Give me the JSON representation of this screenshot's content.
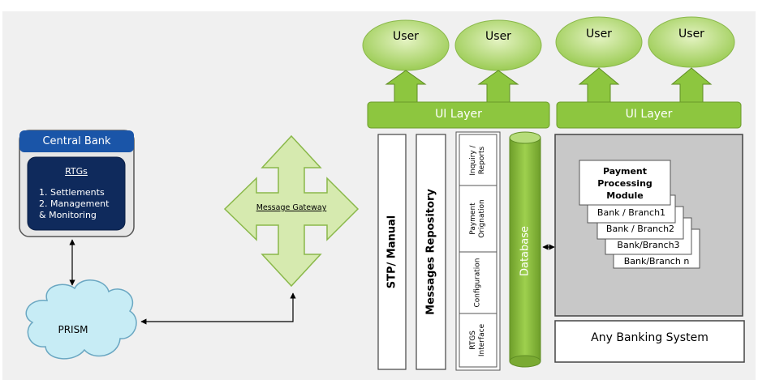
{
  "users": [
    "User",
    "User",
    "User",
    "User"
  ],
  "ui_layers": [
    "UI Layer",
    "UI Layer"
  ],
  "central_bank": {
    "title": "Central Bank",
    "rtgs": "RTGs",
    "items": [
      "1. Settlements",
      "2. Management",
      "& Monitoring"
    ]
  },
  "prism": "PRISM",
  "message_gateway": "Message Gateway",
  "columns": {
    "stp_manual": "STP/ Manual",
    "messages_repository": "Messages Repository",
    "database": "Database"
  },
  "modules": [
    {
      "line1": "Inquiry /",
      "line2": "Reports"
    },
    {
      "line1": "Payment",
      "line2": "Orignation"
    },
    {
      "line1": "Configuration",
      "line2": ""
    },
    {
      "line1": "RTGS",
      "line2": "Interface"
    }
  ],
  "payment_processing": {
    "title_line1": "Payment",
    "title_line2": "Processing",
    "title_line3": "Module",
    "branches": [
      "Bank / Branch1",
      "Bank / Branch2",
      "Bank/Branch3",
      "Bank/Branch n"
    ]
  },
  "any_banking_system": "Any Banking System",
  "colors": {
    "green": "#8dc63f",
    "green_dark": "#6a9a2a",
    "light_green": "#d6eaaf",
    "navy": "#0f2a5c",
    "blue_header": "#1a55a8",
    "gray_panel": "#c8c8c8",
    "cloud": "#c7ecf5"
  }
}
